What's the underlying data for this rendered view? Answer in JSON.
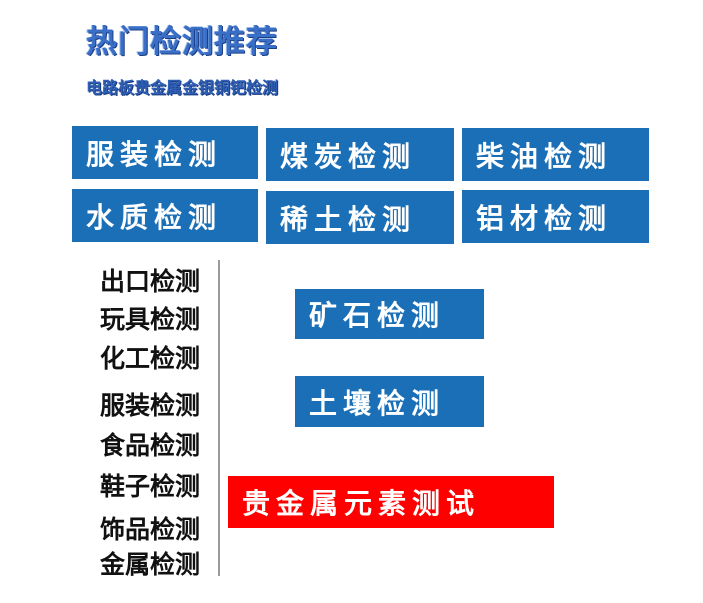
{
  "header": {
    "title": "热门检测推荐",
    "subtitle": "电路板贵金属金银铜钯检测"
  },
  "grid_buttons": [
    "服装检测",
    "煤炭检测",
    "柴油检测",
    "水质检测",
    "稀土检测",
    "铝材检测"
  ],
  "side_list": [
    "出口检测",
    "玩具检测",
    "化工检测",
    "服装检测",
    "食品检测",
    "鞋子检测",
    "饰品检测",
    "金属检测"
  ],
  "feature_buttons": {
    "ore": "矿石检测",
    "soil": "土壤检测",
    "precious_metal": "贵金属元素测试"
  },
  "colors": {
    "button_blue": "#1a6fb7",
    "button_red": "#ff0000",
    "title_blue": "#3a6fc7"
  }
}
